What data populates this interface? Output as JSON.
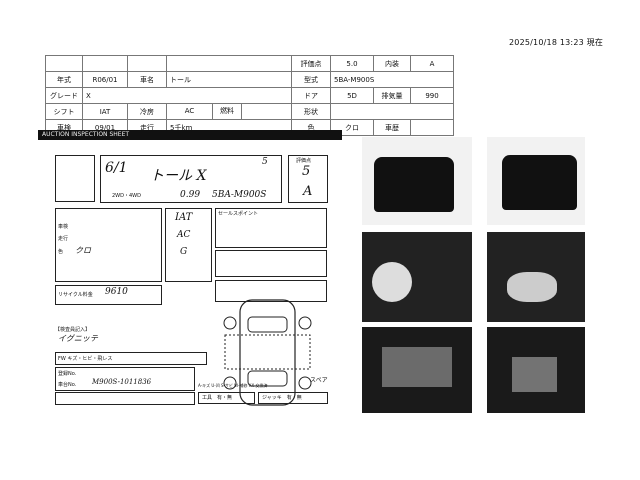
{
  "timestamp": "2025/10/18 13:23 現在",
  "spec_table": {
    "score_label": "評価点",
    "score": "5.0",
    "interior_label": "内装",
    "interior": "A",
    "year_label": "年式",
    "year": "R06/01",
    "name_label": "車名",
    "name": "トール",
    "model_label": "型式",
    "model": "5BA-M900S",
    "grade_label": "グレード",
    "grade": "X",
    "door_label": "ドア",
    "door": "5D",
    "displacement_label": "排気量",
    "displacement": "990",
    "shift_label": "シフト",
    "shift": "IAT",
    "ac_label": "冷房",
    "ac": "AC",
    "fuel_label": "燃料",
    "fuel": "",
    "shape_label": "形状",
    "shape": "",
    "inspection_label": "車検",
    "inspection": "09/01",
    "mileage_label": "走行",
    "mileage": "5千km",
    "color_label": "色",
    "color": "クロ",
    "history_label": "車歴",
    "history": ""
  },
  "sheet": {
    "header": "AUCTION INSPECTION SHEET",
    "year": "6/1",
    "car_name": "トール X",
    "drive": "2WD・4WD",
    "displacement": "0.99",
    "model": "5BA-M900S",
    "door": "5",
    "score_label": "評価点",
    "score": "5",
    "interior": "A",
    "shift": "IAT",
    "ac": "AC",
    "fuel": "G",
    "color": "クロ",
    "mileage_label": "走行",
    "inspection_label": "車検",
    "color_label": "色",
    "recycle_label": "リサイクル料金",
    "recycle": "9610",
    "sales_point_label": "セールスポイント",
    "inspector_label": "【検査員記入】",
    "inspector_note": "イグニッテ",
    "reg_label": "登録No.",
    "chassis_label": "車台No.",
    "chassis": "M900S-1011836",
    "spare_label": "スペア",
    "tools": "工具　有・無",
    "jack": "ジャッキ　有・無",
    "fw_label": "FW キズ・ヒビ・飛レス",
    "legend": "A-キズ U-凹 S-サビ W-補修 XX-交換済"
  }
}
